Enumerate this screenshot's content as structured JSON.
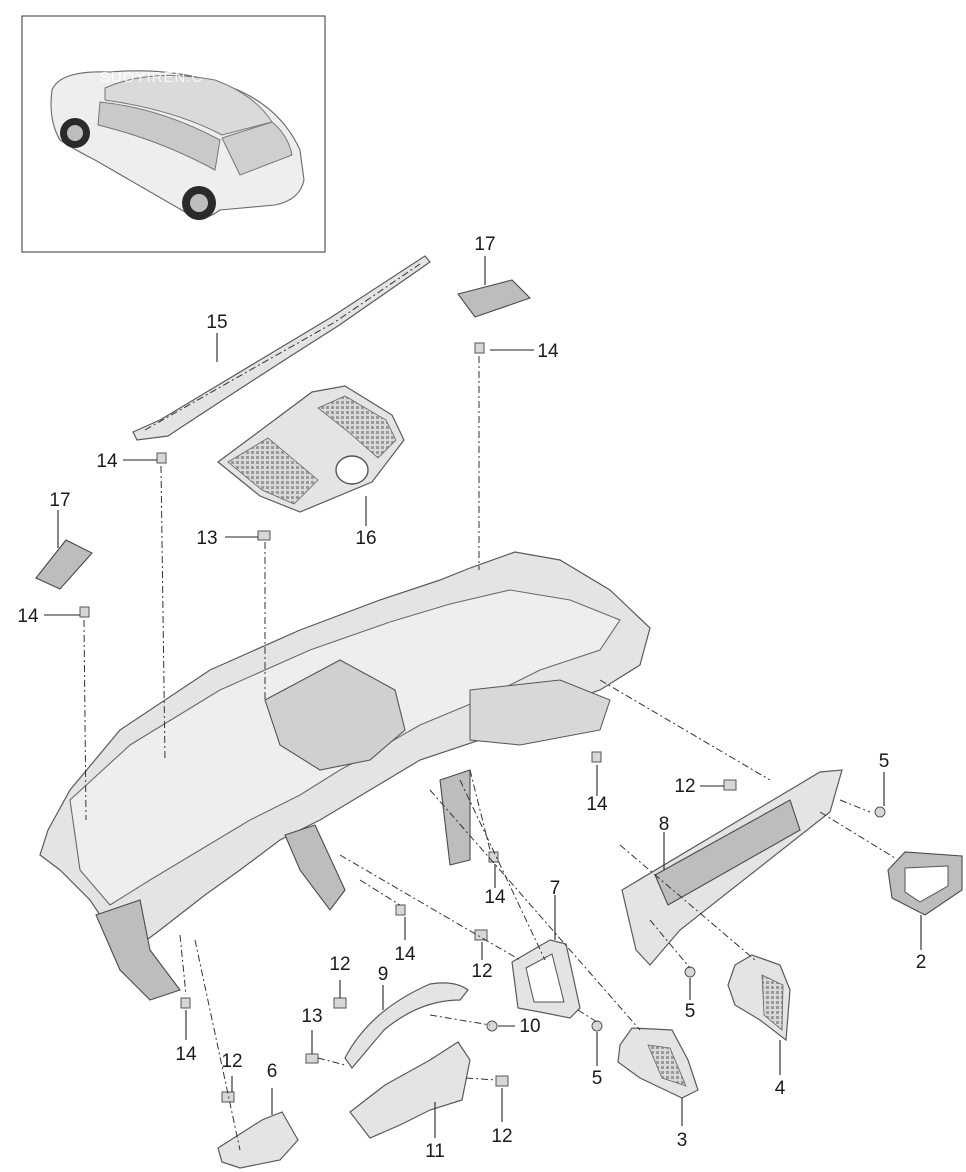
{
  "watermark": "SUOYIREN.C",
  "callouts": {
    "c17a": "17",
    "c14a": "14",
    "c15": "15",
    "c14b": "14",
    "c16": "16",
    "c13a": "13",
    "c17b": "17",
    "c14c": "14",
    "c14d": "14",
    "c5a": "5",
    "c12a": "12",
    "c8": "8",
    "c14e": "14",
    "c2": "2",
    "c7": "7",
    "c14f": "14",
    "c12b": "12",
    "c9": "9",
    "c12c": "12",
    "c10": "10",
    "c5b": "5",
    "c13b": "13",
    "c5c": "5",
    "c4": "4",
    "c14g": "14",
    "c12d": "12",
    "c6": "6",
    "c12e": "12",
    "c3": "3",
    "c11": "11"
  }
}
